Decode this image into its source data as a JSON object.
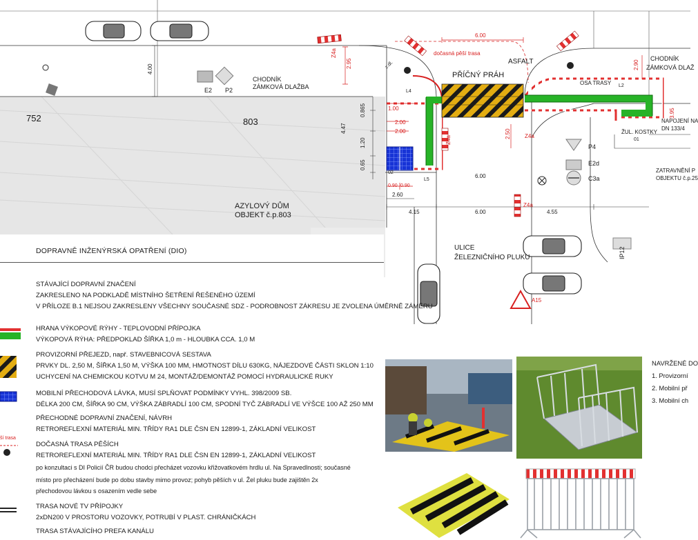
{
  "plan": {
    "lot_left": "752",
    "lot_right": "803",
    "building_label_1": "AZYLOVÝ DŮM",
    "building_label_2": "OBJEKT č.p.803",
    "sidewalk_left_1": "CHODNÍK",
    "sidewalk_left_2": "ZÁMKOVÁ DLAŽBA",
    "sidewalk_right_1": "CHODNÍK",
    "sidewalk_right_2": "ZÁMKOVÁ DLAŽ",
    "asphalt": "ASFALT",
    "crossing": "PŘÍČNÝ PRÁH",
    "temp_route": "dočasná pěší trasa",
    "axis": "OSA TRASY",
    "street_1": "ULICE",
    "street_2": "ŽELEZNIČNÍHO PLUKU",
    "connection_1": "NAPOJENÍ NA",
    "connection_2": "DN 133/4",
    "gully": "ŽUL. KOSTKY",
    "sewer_1": "ZATRAVNĚNÍ P",
    "sewer_2": "OBJEKTU č.p.25",
    "dims": {
      "d600_top": "6.00",
      "d295": "2.95",
      "d400": "4.00",
      "d0865": "0.865",
      "d447": "4.47",
      "d120": "1.20",
      "d065": "0.65",
      "d100": "1.00",
      "d200a": "2.00",
      "d200b": "2.00",
      "d090a": "0.90",
      "d090b": "0.90",
      "d260": "2.60",
      "d415": "4.15",
      "d600_mid": "6.00",
      "d600_bot": "6.00",
      "d455": "4.55",
      "d250": "2.50",
      "d290": "2.90",
      "d395": "3.95"
    },
    "signs": {
      "e2": "E2",
      "p2": "P2",
      "p4": "P4",
      "e2d": "E2d",
      "c3a": "C3a",
      "ip12": "IP12",
      "z4a_1": "Z4a",
      "z4a_2": "Z4a",
      "z4a_3": "Z4a",
      "z4a_4": "Z4a",
      "a15": "A15",
      "l2": "L2",
      "l4": "L4",
      "l5": "L5",
      "o1": "01",
      "o2": "02",
      "zdl": "z.dl."
    }
  },
  "legend": {
    "title": "DOPRAVNĚ INŽENÝRSKÁ OPATŘENÍ (DIO)",
    "sdz_1": "STÁVAJÍCÍ DOPRAVNÍ ZNAČENÍ",
    "sdz_2": "ZAKRESLENO NA PODKLADĚ MÍSTNÍHO ŠETŘENÍ ŘEŠENÉHO ÚZEMÍ",
    "sdz_3": "V PŘÍLOZE B.1 NEJSOU ZAKRESLENY VŠECHNY SOUČASNÉ SDZ - PODROBNOST ZÁKRESU JE ZVOLENA ÚMĚRNĚ ZÁMĚRU",
    "dig_1": "HRANA VÝKOPOVÉ RÝHY - TEPLOVODNÍ PŘÍPOJKA",
    "dig_2": "VÝKOPOVÁ RÝHA: PŘEDPOKLAD ŠÍŘKA 1,0 m - HLOUBKA CCA. 1,0 M",
    "ramp_1": "PROVIZORNÍ PŘEJEZD, např. STAVEBNICOVÁ SESTAVA",
    "ramp_2": "PRVKY DL. 2,50 M, ŠÍŘKA 1,50 M, VÝŠKA 100 MM, HMOTNOST DÍLU 630KG, NÁJEZDOVÉ ČÁSTI SKLON 1:10",
    "ramp_3": "UCHYCENÍ NA CHEMICKOU KOTVU M 24, MONTÁŽ/DEMONTÁŽ POMOCÍ HYDRAULICKÉ RUKY",
    "bridge_1": "MOBILNÍ PŘECHODOVÁ LÁVKA, MUSÍ SPLŇOVAT PODMÍNKY VYHL. 398/2009 SB.",
    "bridge_2": "DÉLKA 200 CM, ŠÍŘKA 90 CM, VÝŠKA ZÁBRADLÍ 100 CM, SPODNÍ TYČ ZÁBRADLÍ VE VÝŠCE 100 AŽ 250 MM",
    "pdz_1": "PŘECHODNÉ DOPRAVNÍ ZNAČENÍ, NÁVRH",
    "pdz_2": "RETROREFLEXNÍ MATERIÁL MIN. TŘÍDY RA1 DLE ČSN EN 12899-1, ZÁKLADNÍ VELIKOST",
    "ped_1": "DOČASNÁ TRASA PĚŠÍCH",
    "ped_2": "RETROREFLEXNÍ MATERIÁL MIN. TŘÍDY RA1 DLE ČSN EN 12899-1, ZÁKLADNÍ VELIKOST",
    "ped_3": "po konzultaci s DI Policií ČR budou chodci přecházet vozovku křižovatkovém hrdlu ul. Na Spravedlnosti; současné",
    "ped_4": "místo pro přecházení bude po dobu stavby mimo provoz; pohyb pěších v ul. Žel pluku bude zajištěn 2x",
    "ped_5": "přechodovou lávkou s osazením vedle sebe",
    "tv_1": "TRASA NOVÉ TV PŘÍPOJKY",
    "tv_2": "2xDN200 V PROSTORU VOZOVKY, POTRUBÍ V PLAST. CHRÁNIČKÁCH",
    "prefa_1": "TRASA STÁVAJÍCÍHO PREFA KANÁLU",
    "sym_ped": "ší trasa"
  },
  "navrzene": {
    "title": "NAVRŽENÉ DO",
    "item1": "1. Provizorní",
    "item2": "2. Mobilní př",
    "item3": "3. Mobilní ch"
  }
}
